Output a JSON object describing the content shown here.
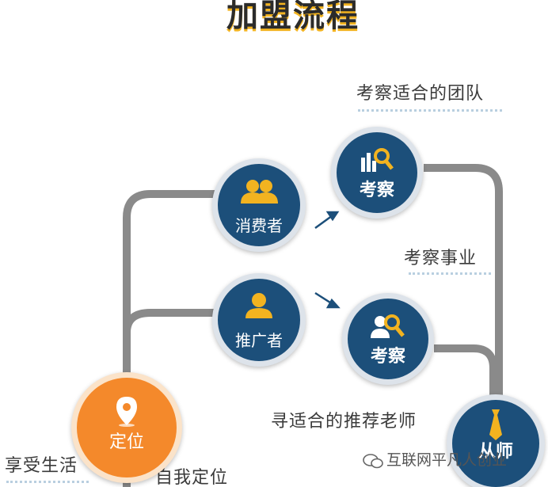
{
  "title": "加盟流程",
  "nodes": {
    "consumer": "消费者",
    "promoter": "推广者",
    "inspect_top": "考察",
    "inspect_mid": "考察",
    "locate": "定位",
    "mentor": "从师"
  },
  "notes": {
    "team": "考察适合的团队",
    "business": "考察事业",
    "find_mentor": "寻适合的推荐老师",
    "enjoy_life": "享受生活",
    "self_locate": "自我定位"
  },
  "watermark": "互联网平凡人创业",
  "colors": {
    "navy": "#1c4f7a",
    "orange": "#f4892b",
    "gold": "#f2b320",
    "line": "#8a8a8a"
  }
}
